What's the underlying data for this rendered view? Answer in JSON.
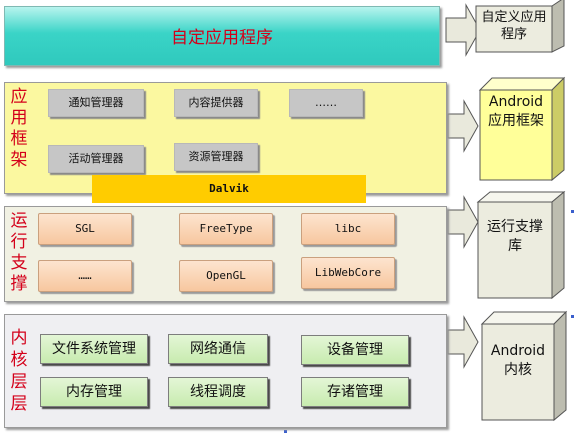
{
  "layers": {
    "app": {
      "title": "自定应用程序"
    },
    "framework": {
      "label": "应用框架",
      "items": [
        "通知管理器",
        "内容提供器",
        "……",
        "活动管理器",
        "资源管理器"
      ],
      "dalvik": "Dalvik"
    },
    "runtime": {
      "label": "运行支撑",
      "items": [
        "SGL",
        "FreeType",
        "libc",
        "……",
        "OpenGL",
        "LibWebCore"
      ]
    },
    "kernel": {
      "label": "内核层层",
      "items": [
        "文件系统管理",
        "网络通信",
        "设备管理",
        "内存管理",
        "线程调度",
        "存诸管理"
      ]
    }
  },
  "side_labels": {
    "app": "自定义应用程序",
    "framework": "Android应用框架",
    "runtime": "运行支撑库",
    "kernel": "Android内核"
  },
  "colors": {
    "app_band": "#3ad4c7",
    "framework_band": "#fbf8a0",
    "dalvik": "#ffcc00",
    "framework_cube": "#ffff99",
    "label_red": "#d4001a"
  }
}
